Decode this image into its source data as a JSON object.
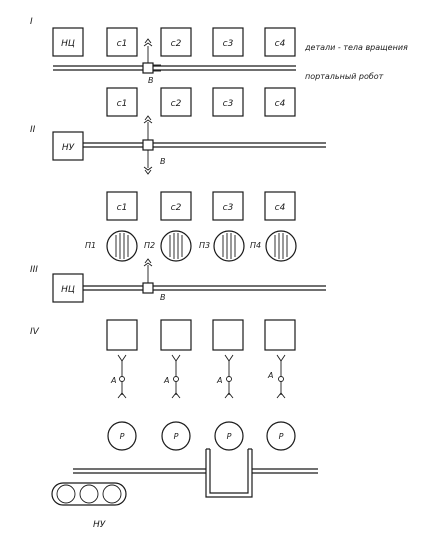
{
  "sections": {
    "s1": {
      "numeral": "I",
      "controller": "НЦ",
      "machines": [
        "c1",
        "c2",
        "c3",
        "c4"
      ],
      "robot_label": "B",
      "note_parts": "детали - тела вращения",
      "note_robot": "портальный робот"
    },
    "s2": {
      "numeral": "II",
      "controller": "НУ",
      "machines": [
        "c1",
        "c2",
        "c3",
        "c4"
      ],
      "robot_label": "B"
    },
    "s3": {
      "numeral": "III",
      "controller": "НЦ",
      "machines": [
        "c1",
        "c2",
        "c3",
        "c4"
      ],
      "storages": [
        "П1",
        "П2",
        "П3",
        "П4"
      ],
      "robot_label": "B"
    },
    "s4": {
      "numeral": "IV",
      "manipulators": [
        "A",
        "A",
        "A",
        "A"
      ],
      "positioners": [
        "P",
        "P",
        "P",
        "P"
      ],
      "conveyor": "НУ"
    }
  }
}
